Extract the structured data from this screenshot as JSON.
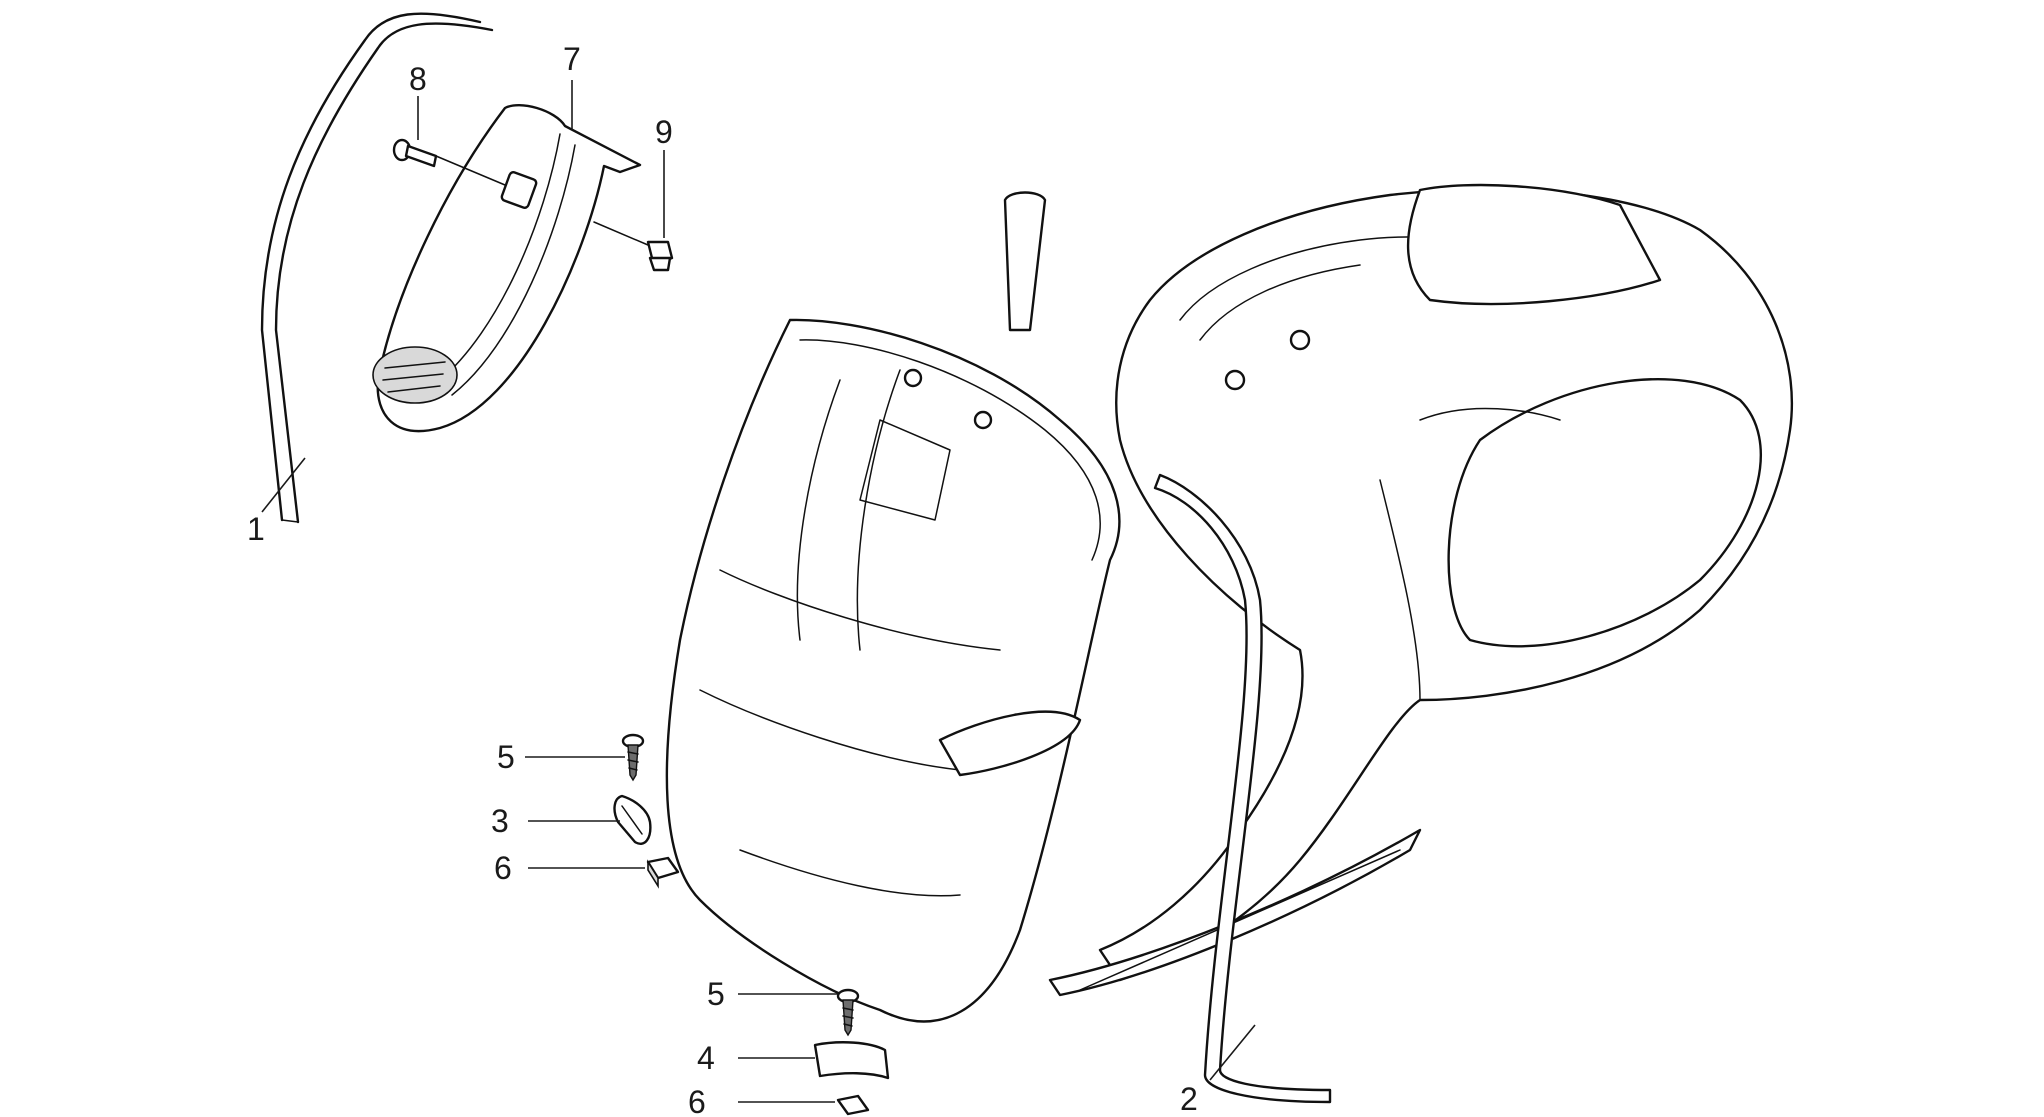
{
  "diagram": {
    "callouts": [
      {
        "id": "callout-1",
        "label": "1"
      },
      {
        "id": "callout-2",
        "label": "2"
      },
      {
        "id": "callout-3",
        "label": "3"
      },
      {
        "id": "callout-4",
        "label": "4"
      },
      {
        "id": "callout-5a",
        "label": "5"
      },
      {
        "id": "callout-5b",
        "label": "5"
      },
      {
        "id": "callout-6a",
        "label": "6"
      },
      {
        "id": "callout-6b",
        "label": "6"
      },
      {
        "id": "callout-7",
        "label": "7"
      },
      {
        "id": "callout-8",
        "label": "8"
      },
      {
        "id": "callout-9",
        "label": "9"
      }
    ]
  }
}
